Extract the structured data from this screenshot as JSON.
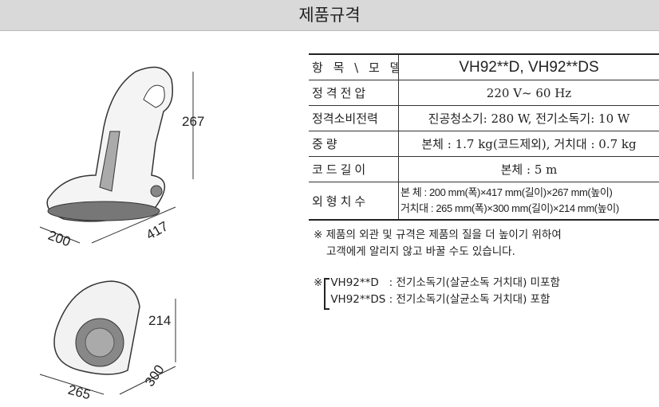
{
  "title": "제품규격",
  "specs": [
    {
      "label": "항 목 \\ 모 델",
      "value": "VH92**D, VH92**DS"
    },
    {
      "label": "정격전압",
      "value": "220 V~ 60 Hz"
    },
    {
      "label": "정격소비전력",
      "value": "진공청소기: 280 W, 전기소독기: 10 W"
    },
    {
      "label": "중량",
      "value": "본체 : 1.7 kg(코드제외), 거치대 : 0.7 kg"
    },
    {
      "label": "코드길이",
      "value": "본체 : 5 m"
    },
    {
      "label": "외형치수",
      "value": "본 체 : 200 mm(폭)×417 mm(길이)×267 mm(높이)",
      "value2": "거치대 : 265 mm(폭)×300 mm(길이)×214 mm(높이)"
    }
  ],
  "notes": {
    "note1_line1": "※ 제품의 외관 및 규격은 제품의 질을 더 높이기 위하여",
    "note1_line2": "고객에게 알리지 않고 바꿀 수도 있습니다.",
    "note2_mark": "※",
    "note2_line1": "VH92**D   : 전기소독기(살균소독 거치대) 미포함",
    "note2_line2": "VH92**DS : 전기소독기(살균소독 거치대) 포함"
  },
  "figures": {
    "body": {
      "height": "267",
      "width": "200",
      "length": "417"
    },
    "stand": {
      "height": "214",
      "width": "265",
      "length": "300"
    }
  }
}
